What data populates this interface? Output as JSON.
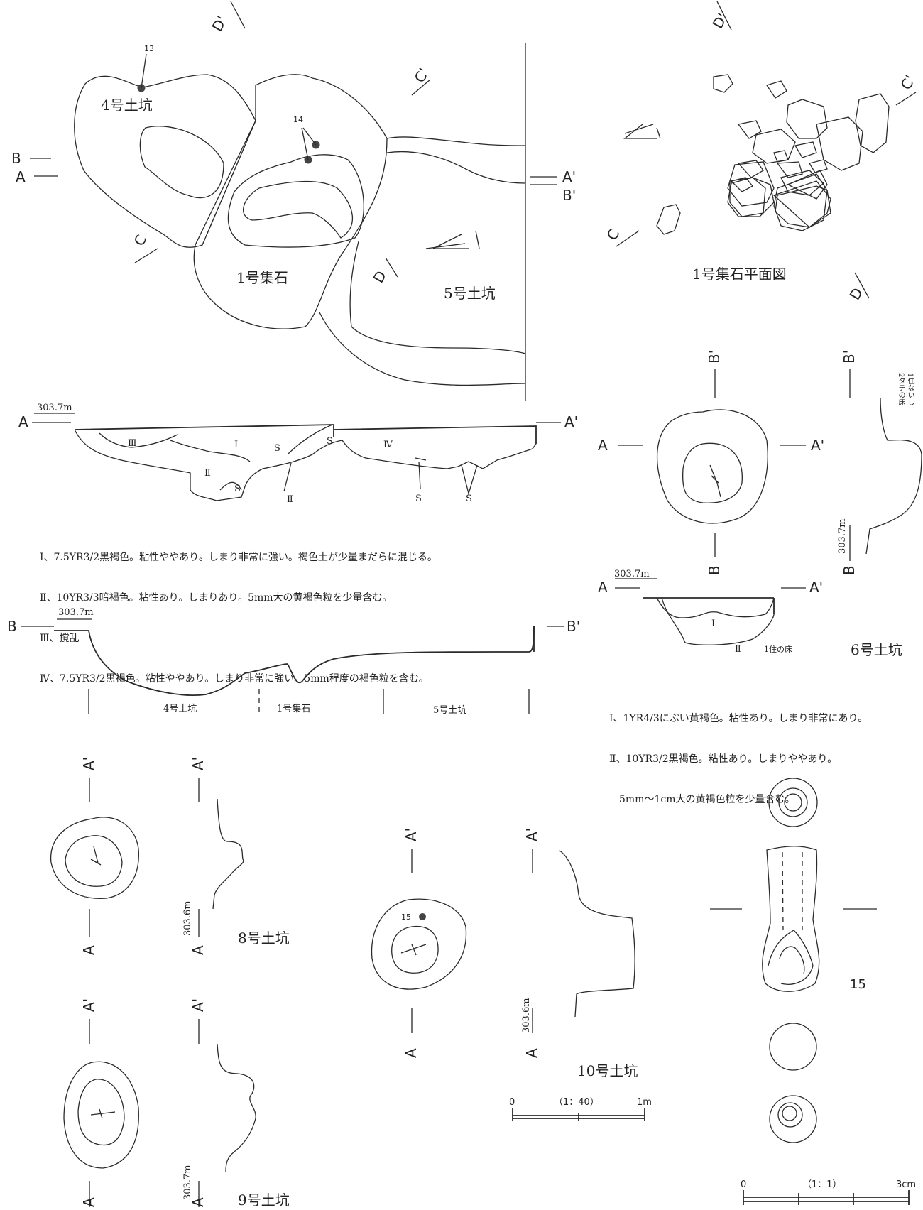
{
  "plan_labels": {
    "pit4": "4号土坑",
    "stones1": "1号集石",
    "pit5": "5号土坑",
    "stones1_plan": "1号集石平面図",
    "pit6": "6号土坑",
    "pit8": "8号土坑",
    "pit9": "9号土坑",
    "pit10": "10号土坑"
  },
  "points": {
    "A": "A",
    "A_prime": "A'",
    "B": "B",
    "B_prime": "B'",
    "C": "C",
    "C_prime": "C'",
    "D": "D",
    "D_prime": "D'"
  },
  "find_numbers": {
    "n13": "13",
    "n14": "14",
    "n15": "15",
    "artifact15": "15"
  },
  "elevations": {
    "e3037": "303.7m",
    "e3036": "303.6m"
  },
  "layers": {
    "I": "Ⅰ",
    "II": "Ⅱ",
    "III": "Ⅲ",
    "IV": "Ⅳ",
    "S": "S"
  },
  "section_AA_notes": [
    "Ⅰ、7.5YR3/2黒褐色。粘性ややあり。しまり非常に強い。褐色土が少量まだらに混じる。",
    "Ⅱ、10YR3/3暗褐色。粘性あり。しまりあり。5mm大の黄褐色粒を少量含む。",
    "Ⅲ、撹乱",
    "Ⅳ、7.5YR3/2黒褐色。粘性ややあり。しまり非常に強い。5mm程度の褐色粒を含む。"
  ],
  "pit6_notes": [
    "Ⅰ、1YR4/3にぶい黄褐色。粘性あり。しまり非常にあり。",
    "Ⅱ、10YR3/2黒褐色。粘性あり。しまりややあり。",
    "　5mm～1cm大の黄褐色粒を少量含む。"
  ],
  "pit6_floor": "1住の床",
  "pit6_side_note": "1住ないし\n2タテの床",
  "section_BB_labels": {
    "pit4": "4号土坑",
    "stones1": "1号集石",
    "pit5": "5号土坑"
  },
  "scales": {
    "s40_start": "0",
    "s40_ratio": "（1：40）",
    "s40_end": "1m",
    "s1_start": "0",
    "s1_ratio": "（1：1）",
    "s1_end": "3cm"
  }
}
